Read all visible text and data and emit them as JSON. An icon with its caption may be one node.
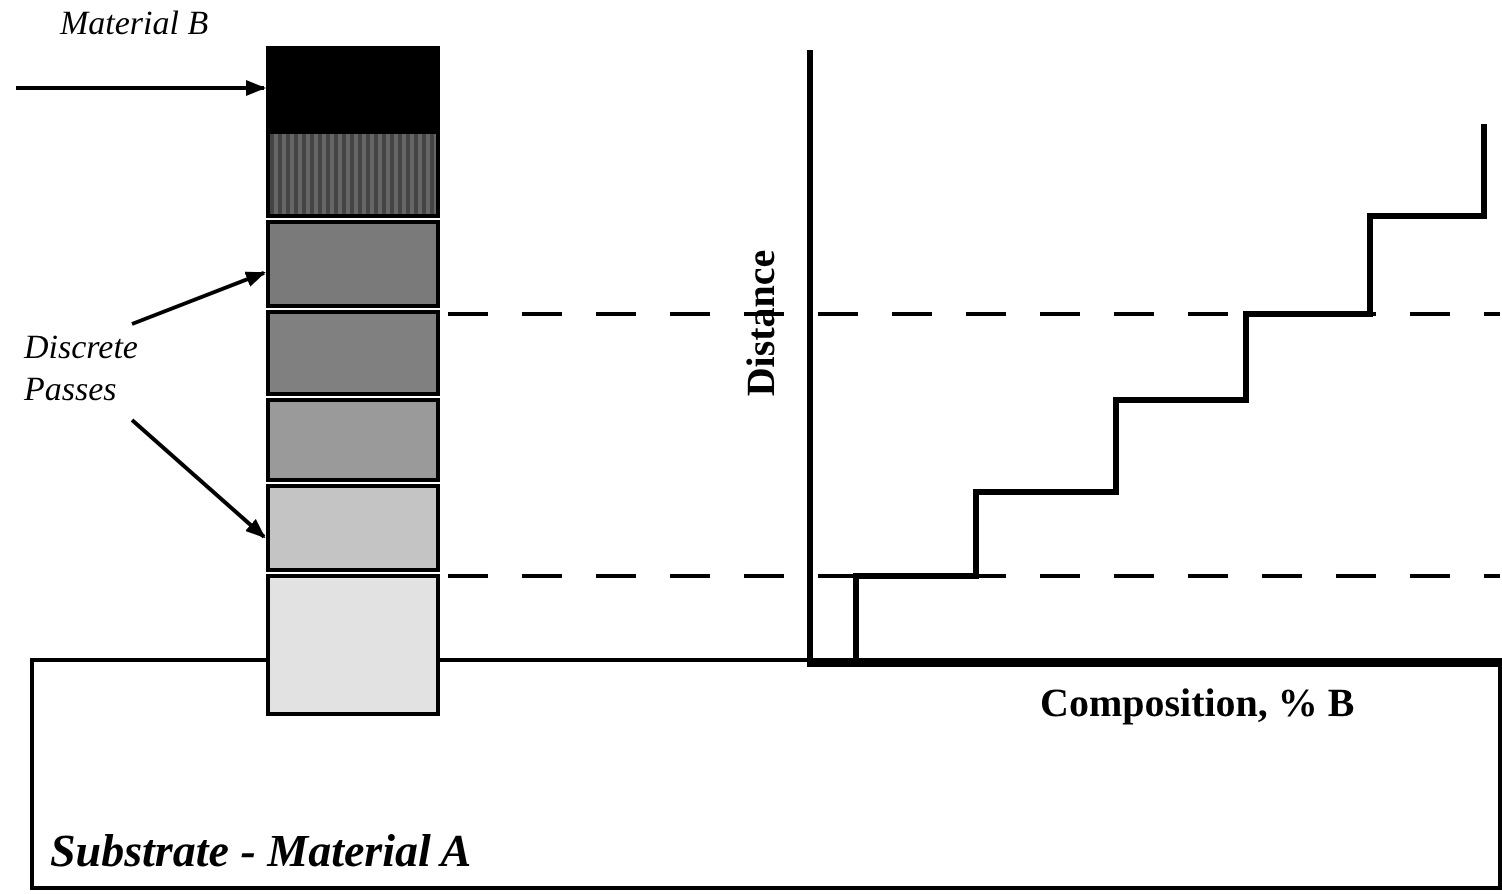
{
  "diagram": {
    "nodes": [
      {
        "text": [],
        "shape": "box"
      },
      {
        "text": [],
        "shape": "box"
      },
      {
        "text": [],
        "shape": "box"
      },
      {
        "text": [],
        "shape": "box"
      },
      {
        "text": [],
        "shape": "box"
      },
      {
        "text": [],
        "shape": "box"
      },
      {
        "text": [],
        "shape": "box"
      },
      {
        "text": [
          "Discrete Passes"
        ]
      },
      {
        "text": [
          "Substrate - Material A"
        ]
      }
    ],
    "edges": [
      {
        "from": null,
        "to": 0,
        "arrow": "to",
        "label": "Material B"
      },
      {
        "from": 7,
        "to": 2,
        "arrow": "to"
      },
      {
        "from": 7,
        "to": 5,
        "arrow": "to"
      }
    ],
    "labels": [
      "Distance",
      "Composition, % B"
    ]
  }
}
